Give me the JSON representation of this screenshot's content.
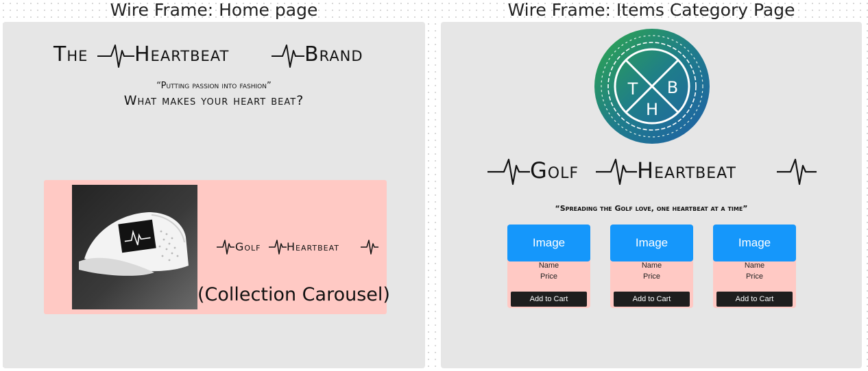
{
  "home_frame": {
    "title": "Wire Frame: Home page",
    "brand": {
      "word1": "The",
      "word2": "Heartbeat",
      "word3": "Brand"
    },
    "tagline_quote": "“Putting passion into fashion”",
    "tagline_question": "What makes your heart beat?",
    "carousel": {
      "label": "(Collection Carousel)",
      "logo": {
        "word1": "Golf",
        "word2": "Heartbeat"
      }
    }
  },
  "category_frame": {
    "title": "Wire Frame: Items Category Page",
    "badge": {
      "letter_t": "T",
      "letter_b": "B",
      "letter_h": "H"
    },
    "logo": {
      "word1": "Golf",
      "word2": "Heartbeat"
    },
    "tagline": "“Spreading the Golf love, one heartbeat at a time”",
    "products": [
      {
        "image_label": "Image",
        "name": "Name",
        "price": "Price",
        "button": "Add to Cart"
      },
      {
        "image_label": "Image",
        "name": "Name",
        "price": "Price",
        "button": "Add to Cart"
      },
      {
        "image_label": "Image",
        "name": "Name",
        "price": "Price",
        "button": "Add to Cart"
      }
    ]
  },
  "colors": {
    "frame_background": "#e6e6e6",
    "carousel_background": "#ffc9c4",
    "image_placeholder": "#1597fb",
    "button_background": "#1e1e1e",
    "badge_green": "#2fa84a",
    "badge_blue": "#1f5fa8"
  }
}
